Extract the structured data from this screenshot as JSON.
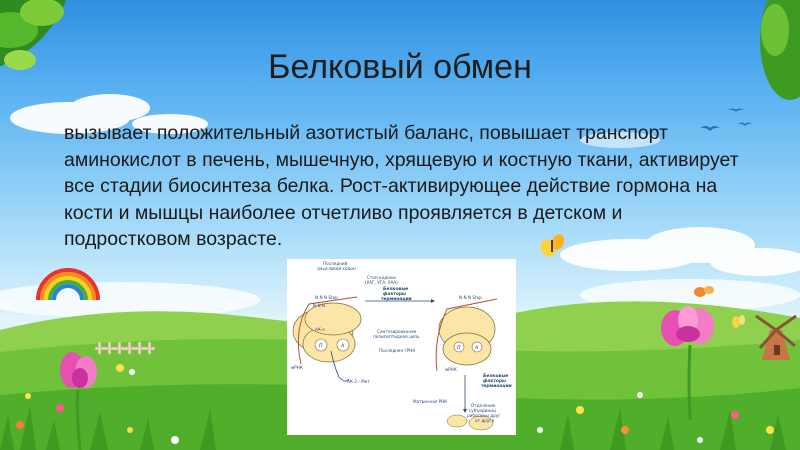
{
  "slide": {
    "title": "Белковый обмен",
    "body": "вызывает положительный азотистый баланс, повышает транспорт аминокислот в печень, мышечную, хрящевую и костную ткани, активирует все стадии биосинтеза белка. Рост-активирующее действие гормона на кости и мышцы наиболее отчетливо проявляется в детском и подростковом возрасте."
  },
  "diagram": {
    "left_codon_label_1": "Последний",
    "left_codon_label_2": "смысловой кодон",
    "stop_codons_label_1": "Стоп-кодоны",
    "stop_codons_label_2": "(УАГ, УГА, УАА)",
    "nnn_stop_left": "N N N  Stop",
    "nnn_left_lower": "N N N",
    "release_factors_top_1": "Белковые",
    "release_factors_top_2": "факторы",
    "release_factors_top_3": "терминации",
    "nnn_stop_right": "N N N  Stop",
    "aa_n": "АК-n",
    "synth_chain_1": "Синтезированная",
    "synth_chain_2": "полипептидная цепь",
    "last_trna": "Последняя тРНК",
    "p_site": "П",
    "a_site": "А",
    "p_site_right": "П",
    "a_site_right": "А",
    "mrna_left": "мРНК",
    "mrna_right": "мРНК",
    "ak2_met": "АК-2 - Мет",
    "release_factors_bottom_1": "Белковые",
    "release_factors_bottom_2": "факторы",
    "release_factors_bottom_3": "терминации",
    "matrix_rna": "Матричная РНК",
    "separation_1": "Отделение",
    "separation_2": "субъединиц",
    "separation_3": "рибосомы друг",
    "separation_4": "от друга"
  }
}
